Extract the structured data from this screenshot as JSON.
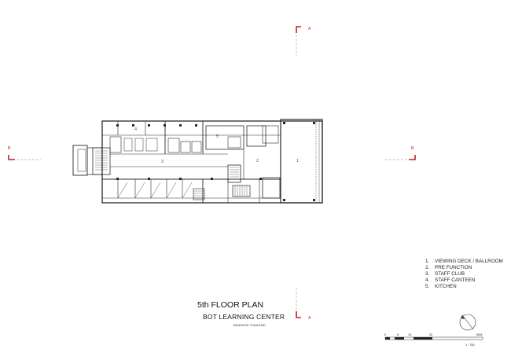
{
  "plan": {
    "title": "5th FLOOR PLAN",
    "subtitle": "BOT LEARNING CENTER",
    "location": "BANGKOK THAILAND",
    "accent_color": "#c0202a",
    "line_color": "#2a2a2a"
  },
  "section_markers": {
    "a_top": "A",
    "a_bottom": "A",
    "b_left": "B",
    "b_right": "B"
  },
  "room_tags": [
    "1",
    "2",
    "3",
    "4",
    "5"
  ],
  "legend": [
    {
      "num": "1.",
      "label": "VIEWING DECK / BALLROOM"
    },
    {
      "num": "2.",
      "label": "PRE FUNCTION"
    },
    {
      "num": "3.",
      "label": "STAFF CLUB"
    },
    {
      "num": "4.",
      "label": "STAFF CANTEEN"
    },
    {
      "num": "5.",
      "label": "KITCHEN"
    }
  ],
  "scale_bar": {
    "ticks": [
      "0",
      "5",
      "10",
      "20",
      "50M"
    ],
    "ratio": "1 : 750"
  },
  "north_arrow": {
    "icon": "north-arrow-icon"
  }
}
